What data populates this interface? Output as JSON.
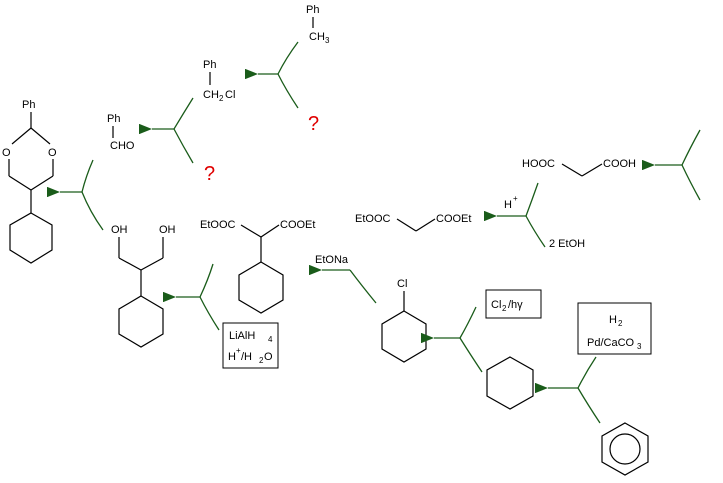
{
  "phenyl_label": "Ph",
  "toluene": {
    "ph": "Ph",
    "ch3": "CH",
    "ch3_sub": "3"
  },
  "benzyl_chloride": {
    "ph": "Ph",
    "ch2": "CH",
    "ch2_sub": "2",
    "cl": "Cl"
  },
  "benzaldehyde": {
    "ph": "Ph",
    "cho": "CHO"
  },
  "acetal": {
    "ph": "Ph",
    "o1": "O",
    "o2": "O"
  },
  "diol": {
    "oh1": "OH",
    "oh2": "OH"
  },
  "malonic_acid": {
    "left": "HOOC",
    "right": "COOH"
  },
  "diethyl_malonate": {
    "left": "EtOOC",
    "right": "COOEt"
  },
  "substituted_malonate": {
    "left": "EtOOC",
    "right": "COOEt"
  },
  "chlorocyclohexane": {
    "cl": "Cl"
  },
  "unknown_marks": [
    "?",
    "?"
  ],
  "reagents": {
    "esterification_acid": "H",
    "esterification_acid_sup": "+",
    "ethanol": "2 EtOH",
    "base": "EtONa",
    "chlorination_main": "Cl",
    "chlorination_sub": "2",
    "chlorination_light": "/hγ",
    "hydrogenation_h2": "H",
    "hydrogenation_h2_sub": "2",
    "hydrogenation_cat": "Pd/CaCO",
    "hydrogenation_cat_sub": "3",
    "reduction_main": "LiAlH",
    "reduction_main_sub": "4",
    "reduction_h": "H",
    "reduction_h_sup": "+",
    "reduction_water": "/H",
    "reduction_water_sub": "2",
    "reduction_water_o": "O"
  },
  "colors": {
    "arrow": "#1a5c1a",
    "question": "#e00000"
  }
}
